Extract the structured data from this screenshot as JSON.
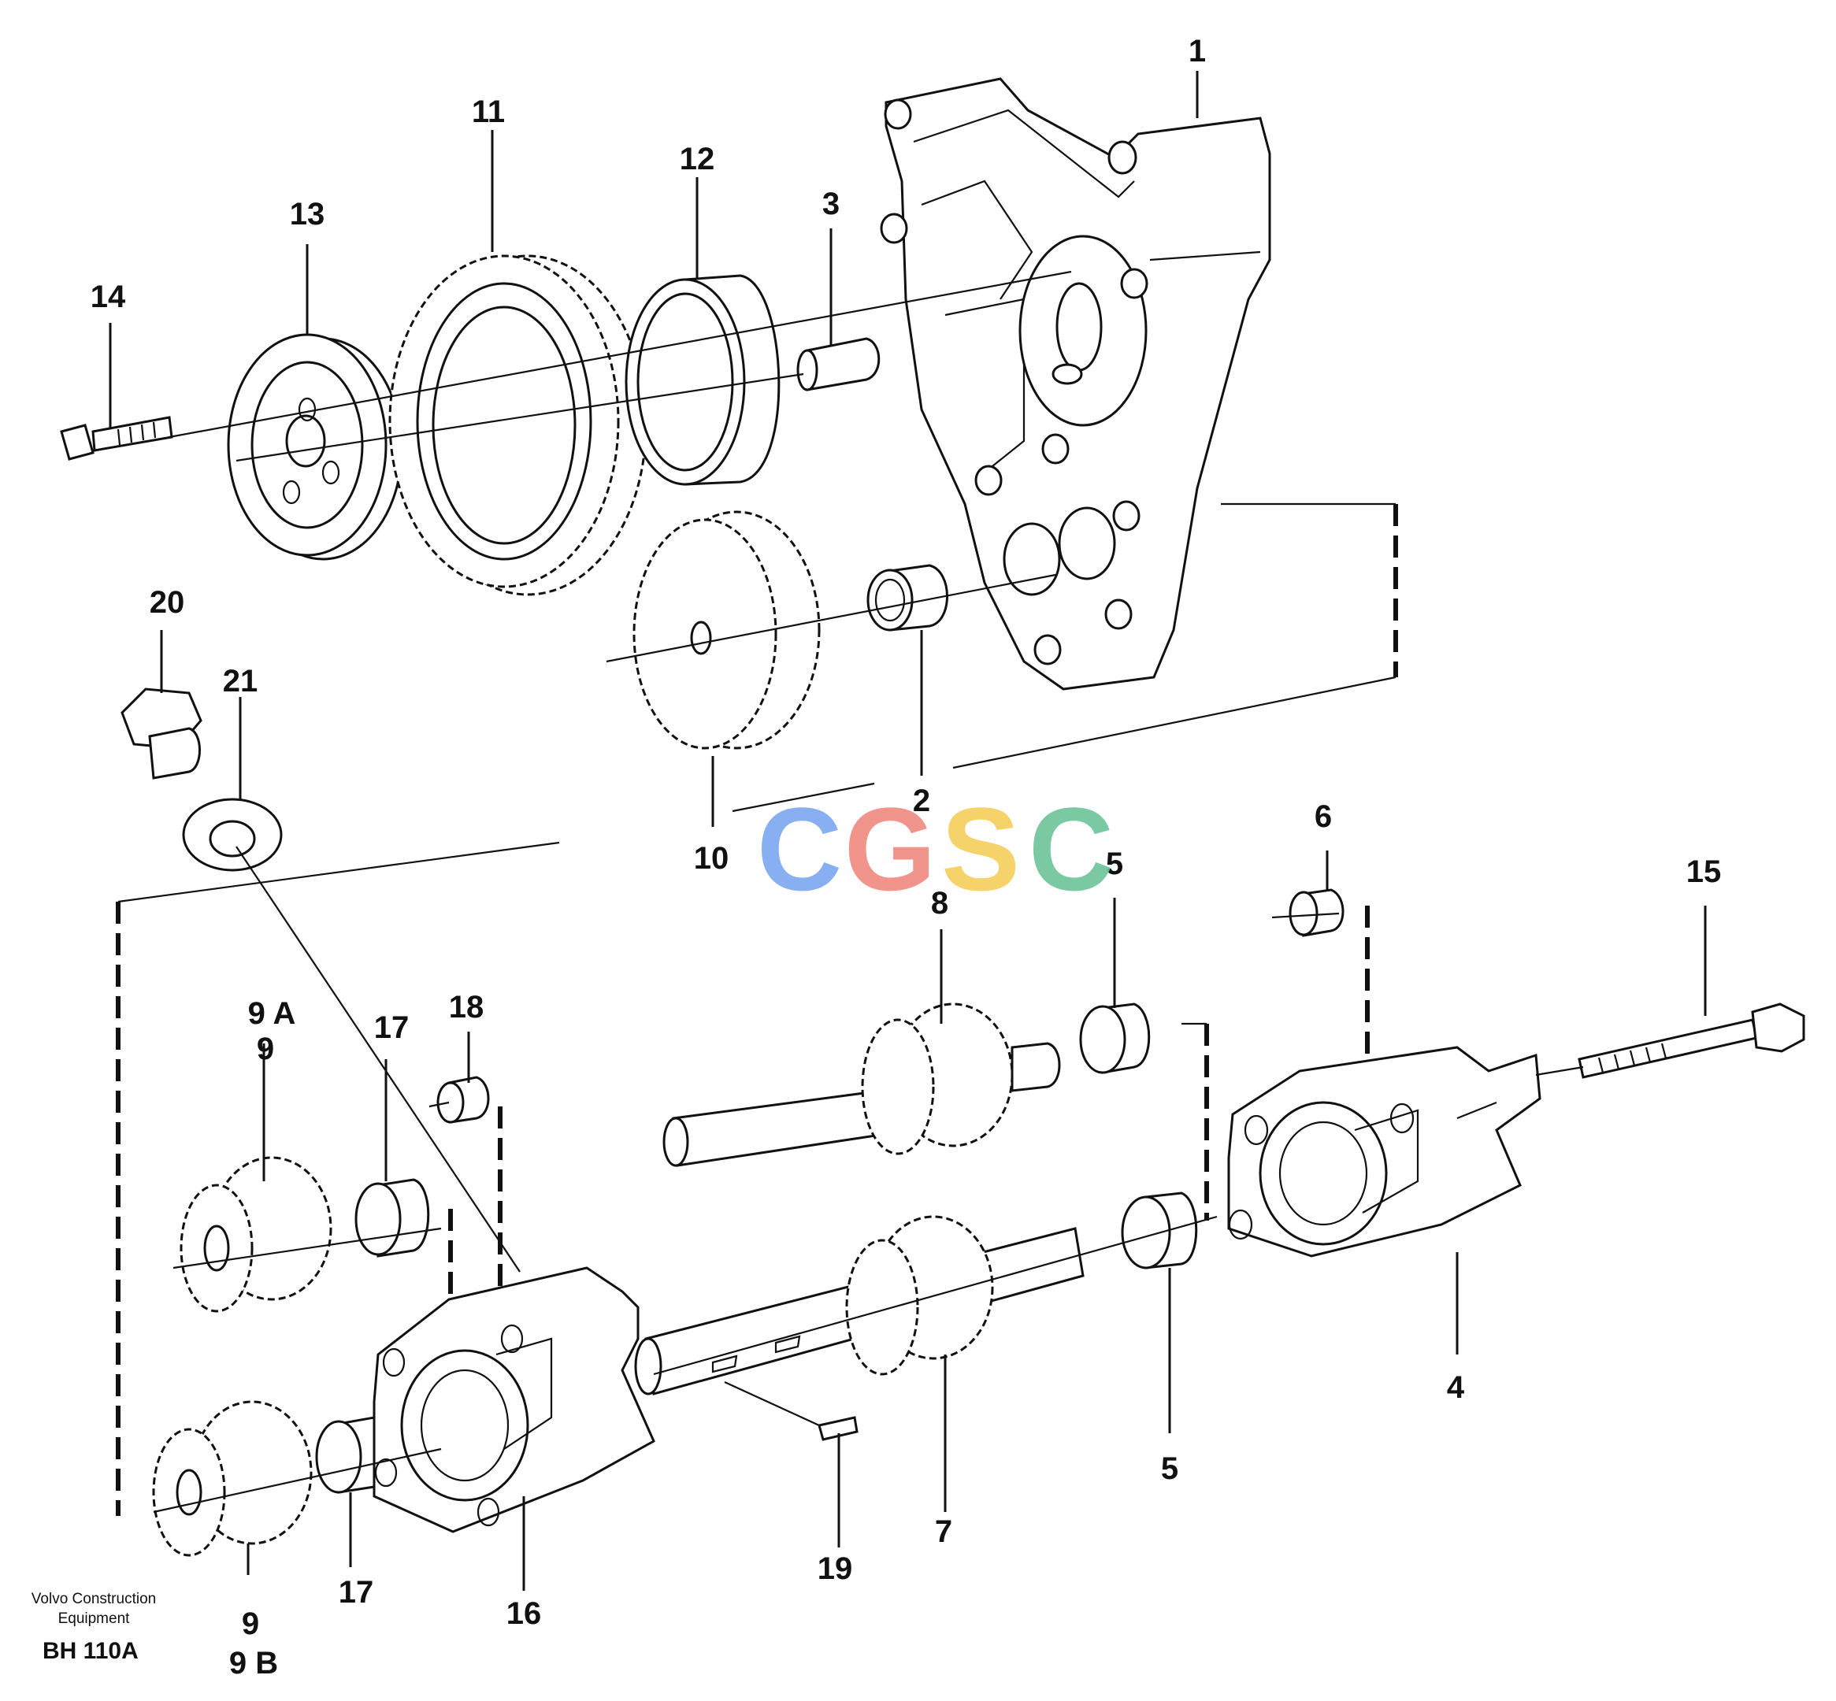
{
  "labels": {
    "p1": "1",
    "p2": "2",
    "p3": "3",
    "p4": "4",
    "p5a": "5",
    "p5b": "5",
    "p6": "6",
    "p7": "7",
    "p8": "8",
    "p9": "9",
    "p9a": "9 A",
    "p9b": "9",
    "p9bb": "9 B",
    "p10": "10",
    "p11": "11",
    "p12": "12",
    "p13": "13",
    "p14": "14",
    "p15": "15",
    "p16": "16",
    "p17a": "17",
    "p17b": "17",
    "p18": "18",
    "p19": "19",
    "p20": "20",
    "p21": "21"
  },
  "watermark": {
    "letters": [
      "C",
      "G",
      "S",
      "C"
    ],
    "colors": [
      "#7ba7f0",
      "#f08a80",
      "#f5cf5a",
      "#6cc49a"
    ]
  },
  "footer": {
    "company_line1": "Volvo Construction",
    "company_line2": "Equipment",
    "drawing_code": "BH 110A"
  }
}
